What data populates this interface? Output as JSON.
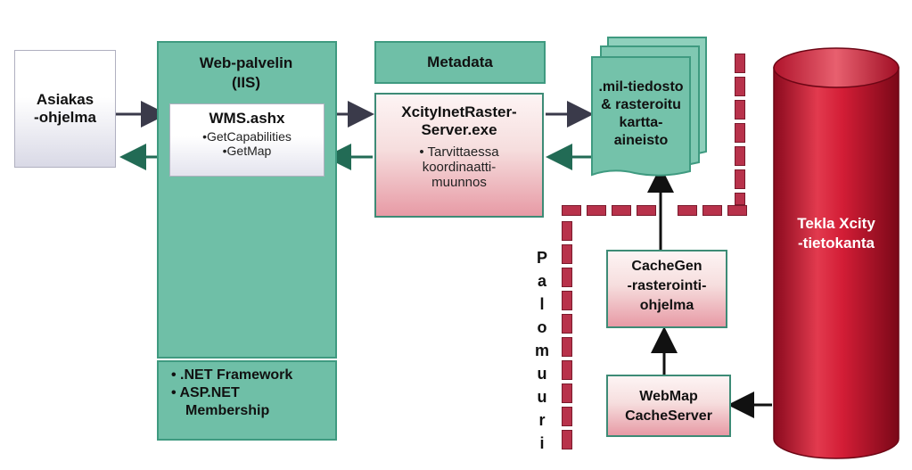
{
  "client": {
    "line1": "Asiakas",
    "line2": "-ohjelma"
  },
  "webserver": {
    "title1": "Web-palvelin",
    "title2": "(IIS)",
    "wms_title": "WMS.ashx",
    "wms_item1": "•GetCapabilities",
    "wms_item2": "•GetMap",
    "framework_item1": "• .NET Framework",
    "framework_item2": "• ASP.NET",
    "framework_item3": "Membership"
  },
  "metadata": {
    "label": "Metadata"
  },
  "rasterserver": {
    "title1": "XcityInetRaster-",
    "title2": "Server.exe",
    "note1": "• Tarvittaessa",
    "note2": "koordinaatti-",
    "note3": "muunnos"
  },
  "files": {
    "line1": ".mil-tiedosto",
    "line2": "& rasteroitu",
    "line3": "kartta-",
    "line4": "aineisto"
  },
  "cachegen": {
    "line1": "CacheGen",
    "line2": "-rasterointi-",
    "line3": "ohjelma"
  },
  "webmap": {
    "line1": "WebMap",
    "line2": "CacheServer"
  },
  "database": {
    "line1": "Tekla Xcity",
    "line2": "-tietokanta"
  },
  "firewall": {
    "letters": [
      "P",
      "a",
      "l",
      "o",
      "m",
      "u",
      "u",
      "r",
      "i"
    ]
  },
  "colors": {
    "green": "#6fbfa7",
    "red": "#c8102e",
    "dark_arrow": "#3a3a4a",
    "green_arrow": "#226b55"
  }
}
